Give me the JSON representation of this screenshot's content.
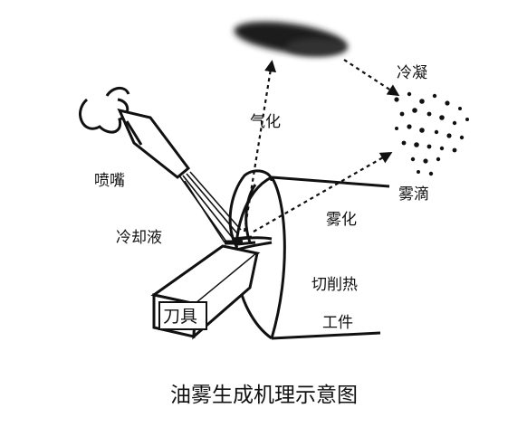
{
  "labels": {
    "nozzle": "喷嘴",
    "coolant": "冷却液",
    "vaporize": "气化",
    "condense": "冷凝",
    "mist_droplets": "雾滴",
    "atomize": "雾化",
    "cutting_heat": "切削热",
    "workpiece": "工件",
    "tool": "刀具"
  },
  "caption": "油雾生成机理示意图"
}
